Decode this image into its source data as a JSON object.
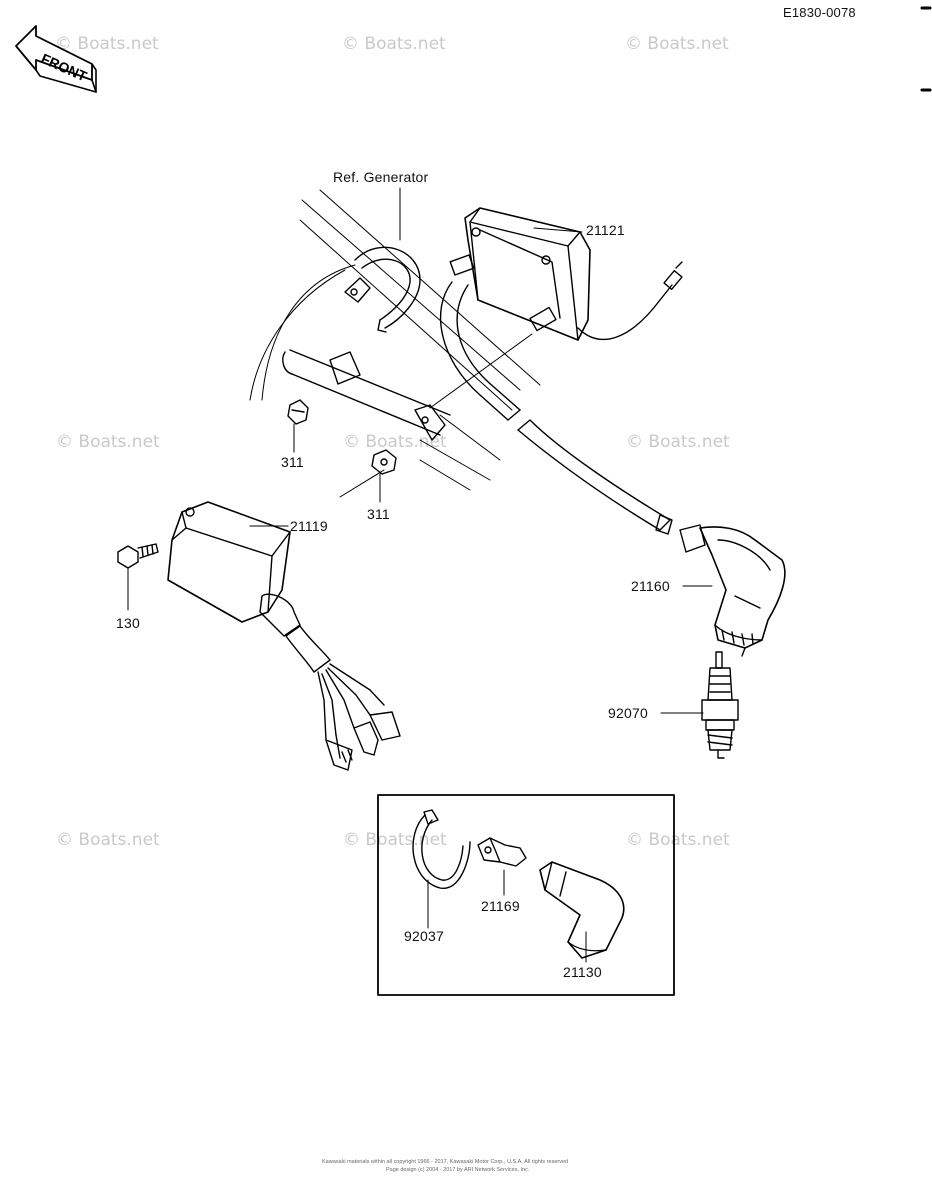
{
  "diagram_code": "E1830-0078",
  "front_label": "FRONT",
  "reference_label": "Ref. Generator",
  "watermark": "© Boats.net",
  "parts": {
    "ignition_coil": "21121",
    "cdi_unit": "21119",
    "nut_a": "311",
    "nut_b": "311",
    "bolt": "130",
    "plug_cap": "21160",
    "spark_plug": "92070",
    "clamp": "92037",
    "cap_alt": "21169",
    "cap_boot": "21130"
  },
  "footer": {
    "line1": "Kawasaki materials within all copyright 1966 - 2017, Kawasaki Motor Corp., U.S.A. All rights reserved",
    "line2": "Page design (c) 2004 - 2017 by ARI Network Services, Inc."
  }
}
